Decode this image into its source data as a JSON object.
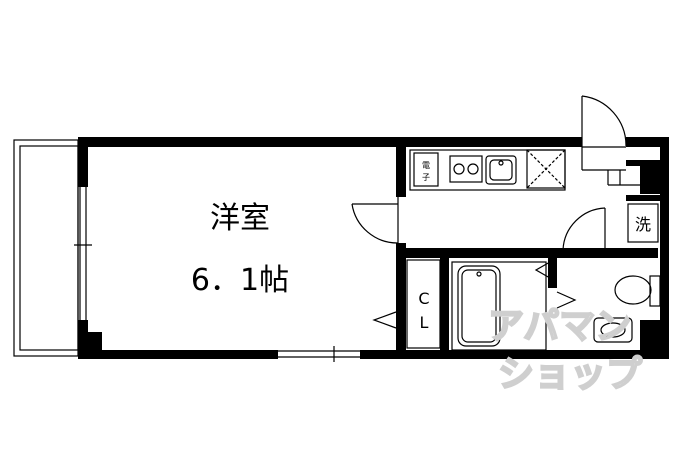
{
  "rooms": {
    "western_room_name": "洋室",
    "western_room_size": "6．1帖",
    "closet_top": "C",
    "closet_bottom": "L",
    "washer_label": "洗",
    "appliance_label_top": "電",
    "appliance_label_bottom": "子"
  },
  "watermark": {
    "line1": "アパマン",
    "line2": "ショップ"
  },
  "colors": {
    "wall": "#000000",
    "background": "#ffffff",
    "watermark": "#cfcfcf"
  }
}
